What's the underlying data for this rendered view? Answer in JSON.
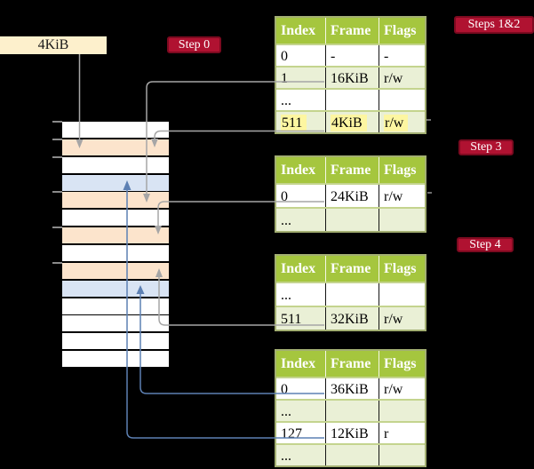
{
  "label_box": {
    "text": "4KiB"
  },
  "badges": {
    "step0": "Step 0",
    "steps12": "Steps 1&2",
    "step3": "Step 3",
    "step4": "Step 4"
  },
  "memory": {
    "row_colors": [
      "white",
      "peach",
      "white",
      "blue",
      "peach",
      "white",
      "peach",
      "white",
      "peach",
      "blue",
      "white",
      "white",
      "white",
      "white"
    ]
  },
  "tables": [
    {
      "name": "page-table-steps-1-2",
      "headers": [
        "Index",
        "Frame",
        "Flags"
      ],
      "rows": [
        {
          "cells": [
            "0",
            "-",
            "-"
          ],
          "shade": false,
          "highlight": false
        },
        {
          "cells": [
            "1",
            "16KiB",
            "r/w"
          ],
          "shade": true,
          "highlight": false
        },
        {
          "cells": [
            "...",
            "",
            ""
          ],
          "shade": false,
          "highlight": false
        },
        {
          "cells": [
            "511",
            "4KiB",
            "r/w"
          ],
          "shade": true,
          "highlight": true
        }
      ]
    },
    {
      "name": "page-table-step-3",
      "headers": [
        "Index",
        "Frame",
        "Flags"
      ],
      "rows": [
        {
          "cells": [
            "0",
            "24KiB",
            "r/w"
          ],
          "shade": false,
          "highlight": false
        },
        {
          "cells": [
            "...",
            "",
            ""
          ],
          "shade": true,
          "highlight": false
        }
      ]
    },
    {
      "name": "page-table-step-4",
      "headers": [
        "Index",
        "Frame",
        "Flags"
      ],
      "rows": [
        {
          "cells": [
            "...",
            "",
            ""
          ],
          "shade": false,
          "highlight": false
        },
        {
          "cells": [
            "511",
            "32KiB",
            "r/w"
          ],
          "shade": true,
          "highlight": false
        }
      ]
    },
    {
      "name": "page-table-final",
      "headers": [
        "Index",
        "Frame",
        "Flags"
      ],
      "rows": [
        {
          "cells": [
            "0",
            "36KiB",
            "r/w"
          ],
          "shade": false,
          "highlight": false
        },
        {
          "cells": [
            "...",
            "",
            ""
          ],
          "shade": true,
          "highlight": false
        },
        {
          "cells": [
            "127",
            "12KiB",
            "r"
          ],
          "shade": false,
          "highlight": false
        },
        {
          "cells": [
            "...",
            "",
            ""
          ],
          "shade": true,
          "highlight": false
        }
      ]
    }
  ],
  "colors": {
    "background": "#000000",
    "cream": "#fdf0cc",
    "badge_fill": "#b01231",
    "badge_border": "#7d0a20",
    "header_green": "#a5c63e",
    "shade_green": "#eaf0d6",
    "row_line": "#c4d48e",
    "table_border": "#a3af72",
    "peach": "#fce4cc",
    "page_blue": "#d9e4f4",
    "hl_yellow": "#fdf6a1",
    "gray_line": "#a6a6a6",
    "blue_line": "#5d80b3",
    "tick": "#8a8a8a"
  }
}
